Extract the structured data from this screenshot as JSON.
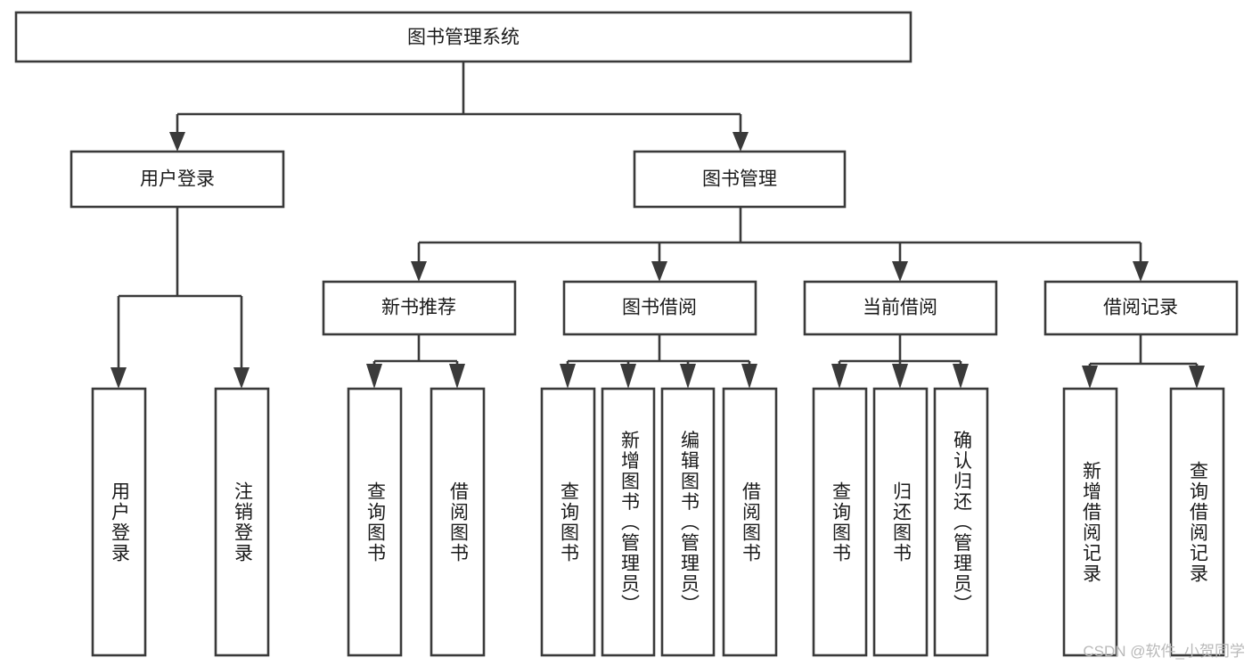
{
  "diagram": {
    "type": "tree-hierarchy",
    "title": "图书管理系统",
    "watermark": "CSDN @软件_小贺同学",
    "root": {
      "id": "root",
      "label": "图书管理系统"
    },
    "level2": [
      {
        "id": "user-login",
        "label": "用户登录"
      },
      {
        "id": "book-management",
        "label": "图书管理"
      }
    ],
    "level3": [
      {
        "id": "new-book-recommend",
        "label": "新书推荐",
        "parent": "book-management"
      },
      {
        "id": "book-borrow",
        "label": "图书借阅",
        "parent": "book-management"
      },
      {
        "id": "current-borrow",
        "label": "当前借阅",
        "parent": "book-management"
      },
      {
        "id": "borrow-record",
        "label": "借阅记录",
        "parent": "book-management"
      }
    ],
    "leaves": {
      "user-login": [
        {
          "id": "leaf-user-login",
          "label": "用户登录"
        },
        {
          "id": "leaf-logout-login",
          "label": "注销登录"
        }
      ],
      "new-book-recommend": [
        {
          "id": "leaf-query-book-1",
          "label": "查询图书"
        },
        {
          "id": "leaf-borrow-book-1",
          "label": "借阅图书"
        }
      ],
      "book-borrow": [
        {
          "id": "leaf-query-book-2",
          "label": "查询图书"
        },
        {
          "id": "leaf-add-book",
          "label": "新增图书（管理员）"
        },
        {
          "id": "leaf-edit-book",
          "label": "编辑图书（管理员）"
        },
        {
          "id": "leaf-borrow-book-2",
          "label": "借阅图书"
        }
      ],
      "current-borrow": [
        {
          "id": "leaf-query-book-3",
          "label": "查询图书"
        },
        {
          "id": "leaf-return-book",
          "label": "归还图书"
        },
        {
          "id": "leaf-confirm-return",
          "label": "确认归还（管理员）"
        }
      ],
      "borrow-record": [
        {
          "id": "leaf-add-record",
          "label": "新增借阅记录"
        },
        {
          "id": "leaf-query-record",
          "label": "查询借阅记录"
        }
      ]
    },
    "colors": {
      "stroke": "#3a3a3a",
      "fill": "#ffffff",
      "text": "#1a1a1a",
      "watermark": "#b9b9b9"
    }
  }
}
